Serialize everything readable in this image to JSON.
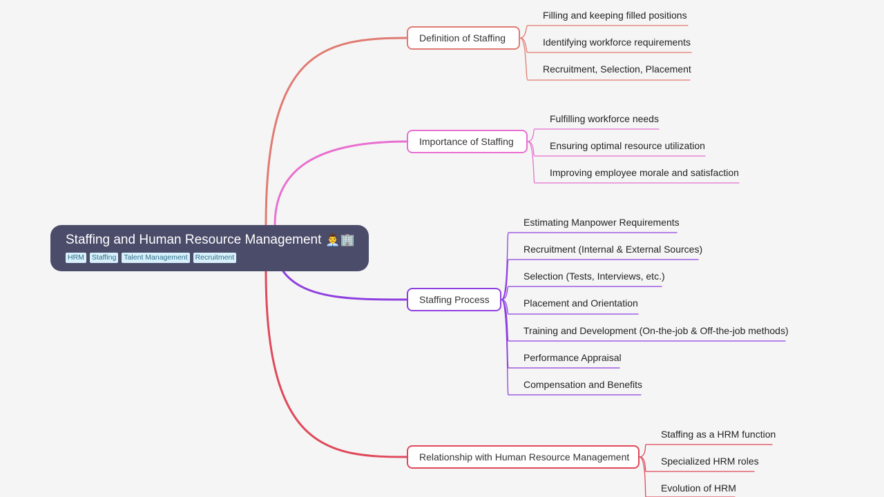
{
  "root": {
    "title": "Staffing and Human Resource Management",
    "emoji": "👨‍💼🏢",
    "labels": [
      "HRM",
      "Staffing",
      "Talent Management",
      "Recruitment"
    ]
  },
  "branches": [
    {
      "title": "Definition of Staffing",
      "color": "#e07a72",
      "children": [
        "Filling and keeping filled positions",
        "Identifying workforce requirements",
        "Recruitment, Selection, Placement"
      ]
    },
    {
      "title": "Importance of Staffing",
      "color": "#e86fd0",
      "children": [
        "Fulfilling workforce needs",
        "Ensuring optimal resource utilization",
        "Improving employee morale and satisfaction"
      ]
    },
    {
      "title": "Staffing Process",
      "color": "#8e3fe0",
      "children": [
        "Estimating Manpower Requirements",
        "Recruitment (Internal & External Sources)",
        "Selection (Tests, Interviews, etc.)",
        "Placement and Orientation",
        "Training and Development (On-the-job & Off-the-job methods)",
        "Performance Appraisal",
        "Compensation and Benefits"
      ]
    },
    {
      "title": "Relationship with Human Resource Management",
      "color": "#e0485a",
      "children": [
        "Staffing as a HRM function",
        "Specialized HRM roles",
        "Evolution of HRM"
      ]
    }
  ]
}
